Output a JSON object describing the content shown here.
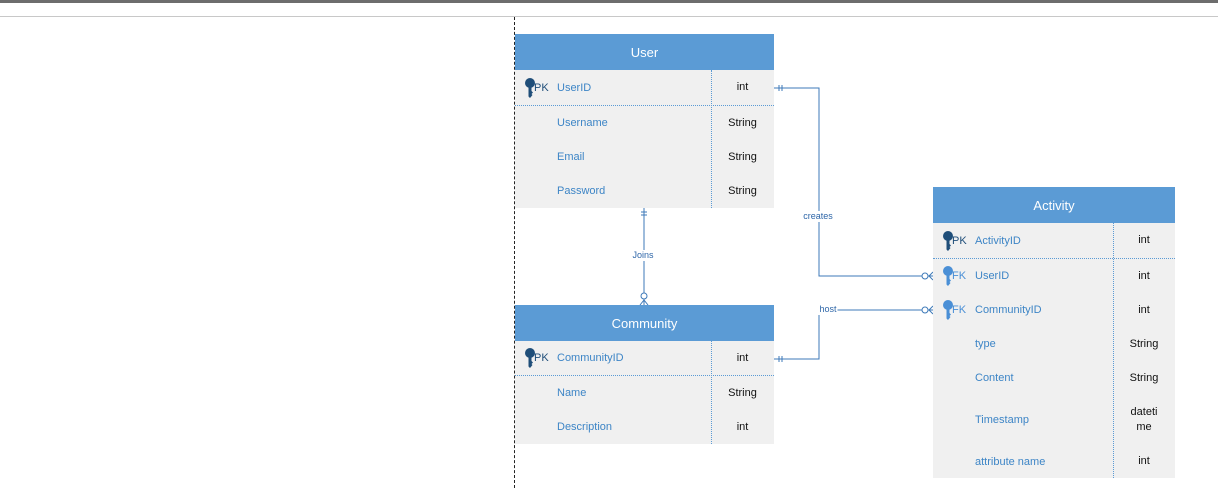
{
  "entities": {
    "user": {
      "title": "User",
      "rows": [
        {
          "key": "PK",
          "name": "UserID",
          "type": "int"
        },
        {
          "key": "",
          "name": "Username",
          "type": "String"
        },
        {
          "key": "",
          "name": "Email",
          "type": "String"
        },
        {
          "key": "",
          "name": "Password",
          "type": "String"
        }
      ]
    },
    "community": {
      "title": "Community",
      "rows": [
        {
          "key": "PK",
          "name": "CommunityID",
          "type": "int"
        },
        {
          "key": "",
          "name": "Name",
          "type": "String"
        },
        {
          "key": "",
          "name": "Description",
          "type": "int"
        }
      ]
    },
    "activity": {
      "title": "Activity",
      "rows": [
        {
          "key": "PK",
          "name": "ActivityID",
          "type": "int"
        },
        {
          "key": "FK",
          "name": "UserID",
          "type": "int"
        },
        {
          "key": "FK",
          "name": "CommunityID",
          "type": "int"
        },
        {
          "key": "",
          "name": "type",
          "type": "String"
        },
        {
          "key": "",
          "name": "Content",
          "type": "String"
        },
        {
          "key": "",
          "name": "Timestamp",
          "type": "dateti\nme"
        },
        {
          "key": "",
          "name": "attribute name",
          "type": "int"
        }
      ]
    }
  },
  "relationships": {
    "joins": "Joins",
    "creates": "creates",
    "host": "host"
  },
  "colors": {
    "header": "#5b9bd5",
    "body": "#f0f0f0",
    "attribute_text": "#3d85c6",
    "pk_key": "#1f4e79",
    "fk_key": "#4a8fd6",
    "connector": "#3d79b8"
  }
}
